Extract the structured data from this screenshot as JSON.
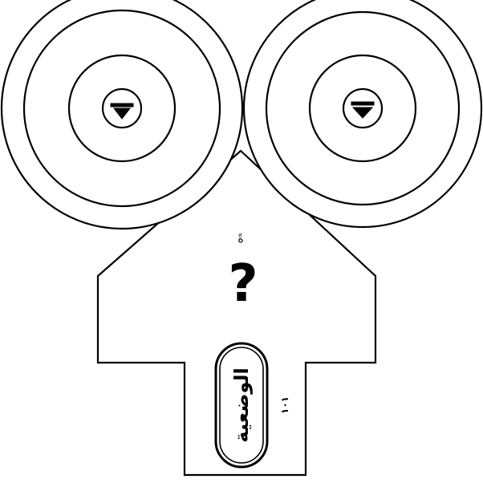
{
  "diagram": {
    "question_mark": "?",
    "top_mark": "ةً",
    "pill_label": "الوضعية",
    "side_number": "١٠١"
  }
}
